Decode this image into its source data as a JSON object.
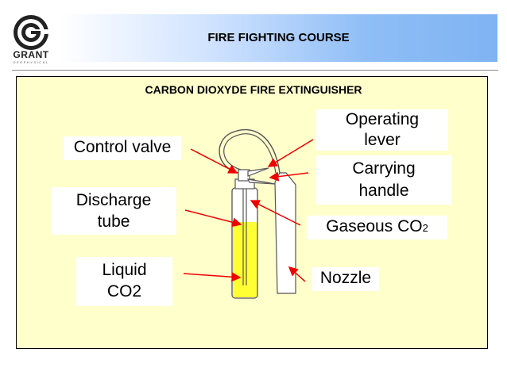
{
  "header": {
    "title": "FIRE FIGHTING COURSE",
    "logo_text": "GRANT",
    "logo_subtext": "GEOPHYSICAL"
  },
  "slide": {
    "title": "CARBON DIOXYDE FIRE EXTINGUISHER"
  },
  "labels": {
    "control_valve": "Control valve",
    "discharge_tube": "Discharge tube",
    "liquid_co2": "Liquid CO2",
    "operating_lever": "Operating lever",
    "carrying_handle": "Carrying handle",
    "gaseous_co2_main": "Gaseous CO",
    "gaseous_co2_sub": "2",
    "nozzle": "Nozzle"
  },
  "colors": {
    "panel_background": "#ffffcc",
    "liquid": "#ffff33",
    "arrow": "#ee0000",
    "header_gradient_end": "#7fb3f2"
  }
}
